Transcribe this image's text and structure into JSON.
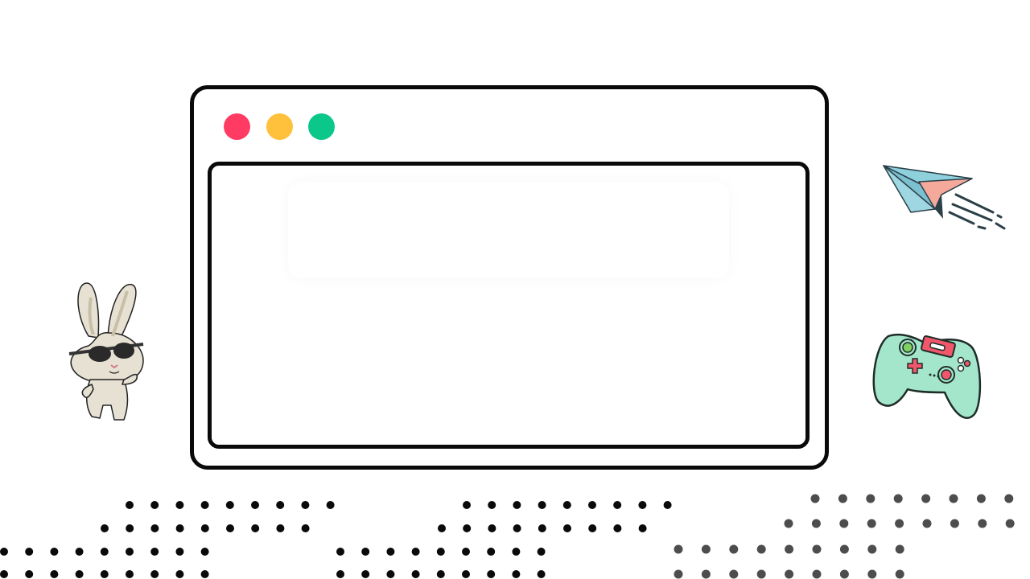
{
  "window_controls": {
    "close_color": "#ff3b63",
    "minimize_color": "#ffc13b",
    "maximize_color": "#0cc78a"
  },
  "stickers": [
    {
      "name": "bunny-with-sunglasses-illustration",
      "icon": "bunny-icon"
    },
    {
      "name": "paper-plane-illustration",
      "icon": "paper-plane-icon"
    },
    {
      "name": "game-controller-illustration",
      "icon": "gamepad-icon"
    }
  ],
  "decor": {
    "dot_color_black": "#0a0a0a",
    "dot_color_gray": "#4d4d4d"
  }
}
